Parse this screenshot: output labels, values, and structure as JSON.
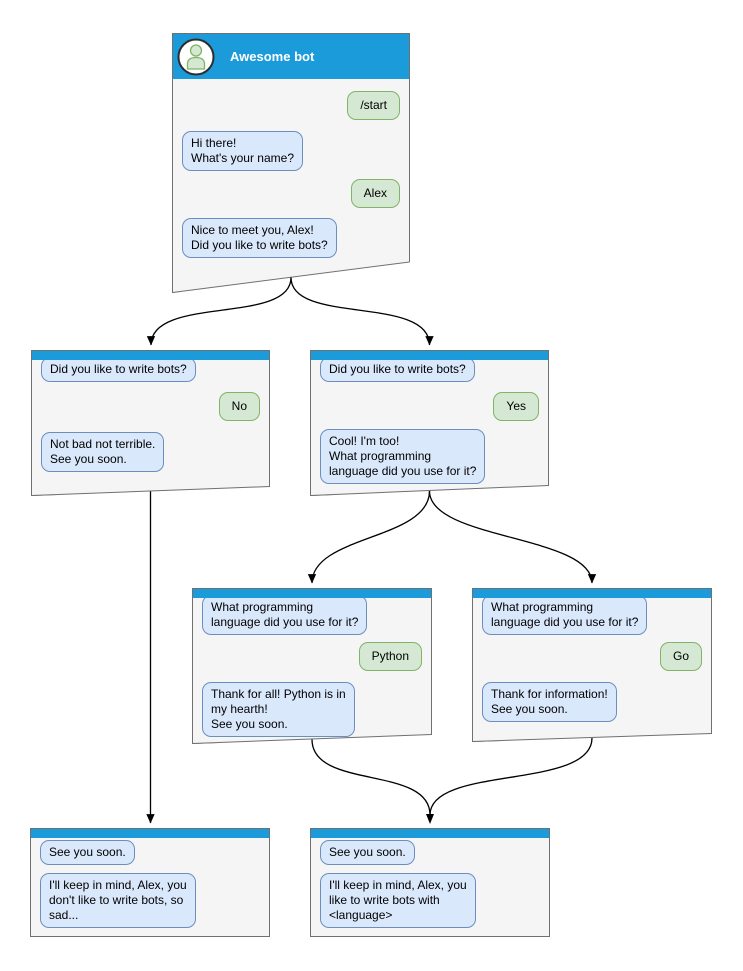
{
  "theme": {
    "header_blue": "#1c9bdb",
    "window_bg": "#f5f5f5",
    "window_border": "#707070",
    "bubble_blue_bg": "#dae8fc",
    "bubble_blue_border": "#6c8ebf",
    "bubble_green_bg": "#d5e8d4",
    "bubble_green_border": "#82b366",
    "arrow_color": "#000000"
  },
  "windows": {
    "main": {
      "title": "Awesome bot",
      "messages": [
        "/start",
        "Hi there!\nWhat's your name?",
        "Alex",
        "Nice to meet you, Alex!\nDid you like to write bots?"
      ]
    },
    "no_branch": {
      "messages": [
        "Did you like to write bots?",
        "No",
        "Not bad not terrible.\nSee you soon."
      ]
    },
    "yes_branch": {
      "messages": [
        "Did you like to write bots?",
        "Yes",
        "Cool! I'm too!\nWhat programming\nlanguage did you use for it?"
      ]
    },
    "python_branch": {
      "messages": [
        "What programming\nlanguage did you use for it?",
        "Python",
        "Thank for all! Python is in\nmy hearth!\nSee you soon."
      ]
    },
    "go_branch": {
      "messages": [
        "What programming\nlanguage did you use for it?",
        "Go",
        "Thank for information!\nSee you soon."
      ]
    },
    "end_no": {
      "messages": [
        "See you soon.",
        "I'll keep in mind, Alex, you\ndon't like to write bots, so\nsad..."
      ]
    },
    "end_yes": {
      "messages": [
        "See you soon.",
        "I'll keep in mind, Alex, you\nlike to write bots with\n<language>"
      ]
    }
  }
}
